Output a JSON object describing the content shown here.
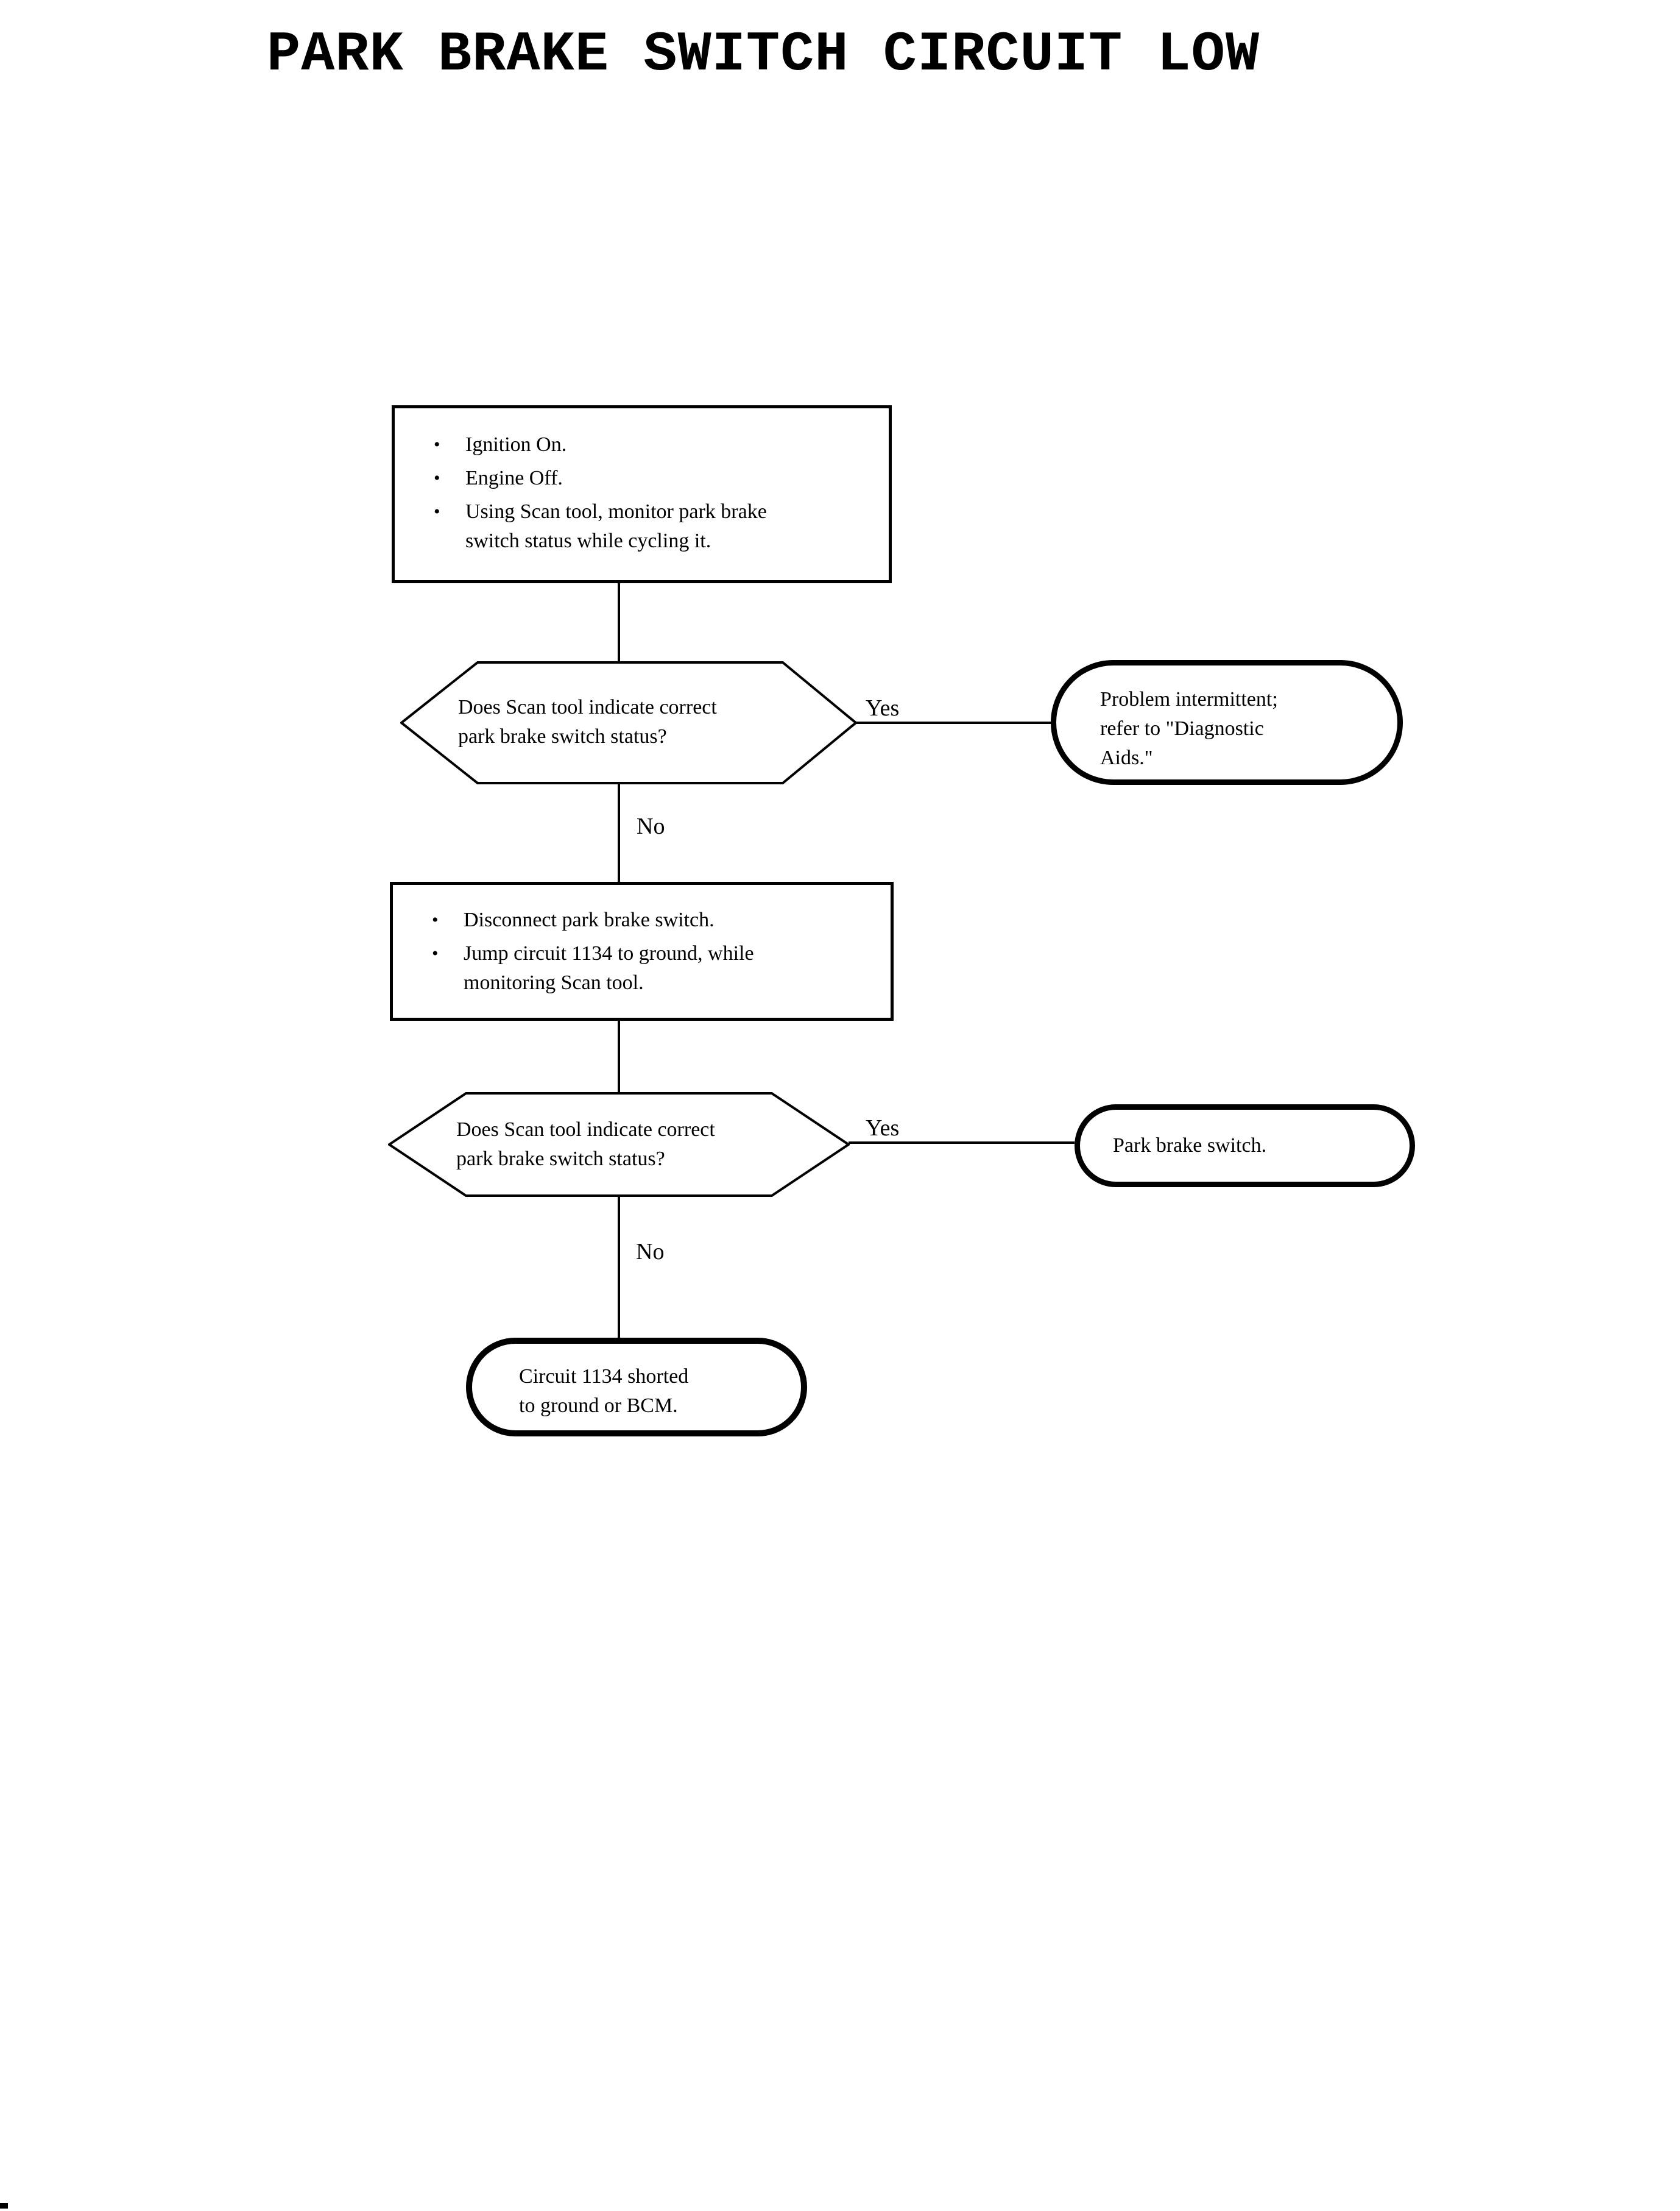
{
  "title": "PARK BRAKE SWITCH CIRCUIT LOW",
  "glyphs": {
    "bullet": "•"
  },
  "labels": {
    "yes": "Yes",
    "no": "No"
  },
  "colors": {
    "ink": "#000000",
    "background": "#ffffff"
  },
  "nodes": {
    "step1": {
      "items": [
        [
          "Ignition On."
        ],
        [
          "Engine Off."
        ],
        [
          "Using Scan tool, monitor park brake",
          "switch status while cycling it."
        ]
      ]
    },
    "decision1": {
      "lines": [
        "Does Scan tool indicate correct",
        "park brake switch status?"
      ]
    },
    "aids": {
      "lines": [
        "Problem intermittent;",
        "refer to \"Diagnostic",
        "Aids.\""
      ]
    },
    "step2": {
      "items": [
        [
          "Disconnect park brake switch."
        ],
        [
          "Jump circuit 1134 to ground, while",
          "monitoring Scan tool."
        ]
      ]
    },
    "decision2": {
      "lines": [
        "Does Scan tool indicate correct",
        "park brake switch status?"
      ]
    },
    "park": {
      "lines": [
        "Park brake switch."
      ]
    },
    "circuit": {
      "lines": [
        "Circuit 1134 shorted",
        "to ground or BCM."
      ]
    }
  }
}
